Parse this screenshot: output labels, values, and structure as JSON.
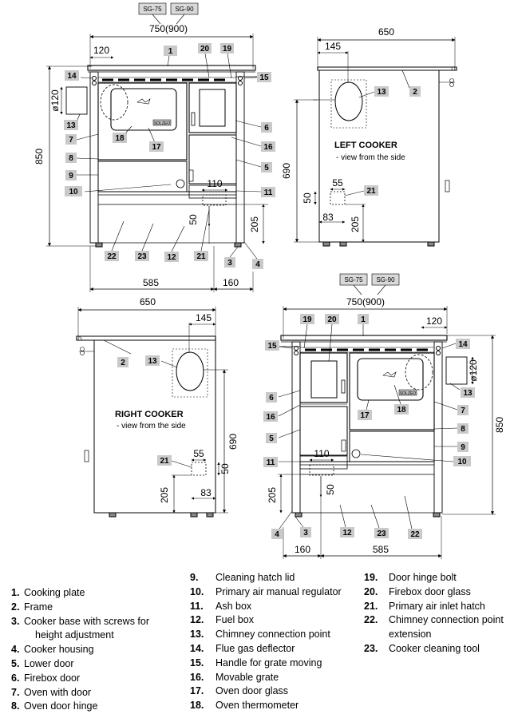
{
  "diagram": {
    "top_left": {
      "model_tags": [
        "SG-75",
        "SG-90"
      ],
      "width_label": "750(900)",
      "dims": {
        "d120": "120",
        "d850": "850",
        "d_o120": "ø120",
        "d110": "110",
        "d50": "50",
        "d205": "205",
        "d585": "585",
        "d160": "160"
      },
      "callouts": {
        "c1": "1",
        "c20": "20",
        "c19": "19",
        "c14": "14",
        "c15": "15",
        "c13": "13",
        "c7": "7",
        "c18": "18",
        "c17": "17",
        "c6": "6",
        "c16": "16",
        "c8": "8",
        "c5": "5",
        "c9": "9",
        "c10": "10",
        "c11": "11",
        "c22": "22",
        "c23": "23",
        "c12": "12",
        "c21": "21",
        "c3": "3",
        "c4": "4"
      }
    },
    "top_right": {
      "width_label": "650",
      "dims": {
        "d145": "145",
        "d690": "690",
        "d55": "55",
        "d50": "50",
        "d83": "83",
        "d205": "205"
      },
      "caption": "LEFT COOKER",
      "subcaption": "- view from the side",
      "callouts": {
        "c13": "13",
        "c2": "2",
        "c21": "21"
      }
    },
    "bottom_left": {
      "width_label": "650",
      "dims": {
        "d145": "145",
        "d690": "690",
        "d55": "55",
        "d50": "50",
        "d83": "83",
        "d205": "205"
      },
      "caption": "RIGHT COOKER",
      "subcaption": "- view from the side",
      "callouts": {
        "c2": "2",
        "c13": "13",
        "c21": "21"
      }
    },
    "bottom_right": {
      "model_tags": [
        "SG-75",
        "SG-90"
      ],
      "width_label": "750(900)",
      "dims": {
        "d120": "120",
        "d850": "850",
        "d_o120": "ø120",
        "d110": "110",
        "d50": "50",
        "d205": "205",
        "d585": "585",
        "d160": "160"
      },
      "callouts": {
        "c19": "19",
        "c20": "20",
        "c1": "1",
        "c15": "15",
        "c14": "14",
        "c6": "6",
        "c16": "16",
        "c7": "7",
        "c13": "13",
        "c17": "17",
        "c18": "18",
        "c5": "5",
        "c8": "8",
        "c9": "9",
        "c11": "11",
        "c10": "10",
        "c4": "4",
        "c3": "3",
        "c12": "12",
        "c23": "23",
        "c22": "22"
      }
    },
    "thermometer_label": "SOLZEO"
  },
  "legend": {
    "col1": [
      {
        "num": "1.",
        "text": "Cooking plate"
      },
      {
        "num": "2.",
        "text": "Frame"
      },
      {
        "num": "3.",
        "text": "Cooker base with screws for"
      },
      {
        "num": "",
        "text": "height adjustment"
      },
      {
        "num": "4.",
        "text": "Cooker housing"
      },
      {
        "num": "5.",
        "text": "Lower door"
      },
      {
        "num": "6.",
        "text": "Firebox door"
      },
      {
        "num": "7.",
        "text": "Oven with door"
      },
      {
        "num": "8.",
        "text": "Oven door hinge"
      }
    ],
    "col2": [
      {
        "num": "9.",
        "text": "Cleaning hatch lid"
      },
      {
        "num": "10.",
        "text": "Primary air manual regulator"
      },
      {
        "num": "11.",
        "text": "Ash box"
      },
      {
        "num": "12.",
        "text": "Fuel box"
      },
      {
        "num": "13.",
        "text": "Chimney connection point"
      },
      {
        "num": "14.",
        "text": "Flue gas deflector"
      },
      {
        "num": "15.",
        "text": "Handle for grate moving"
      },
      {
        "num": "16.",
        "text": "Movable grate"
      },
      {
        "num": "17.",
        "text": "Oven door glass"
      },
      {
        "num": "18.",
        "text": "Oven thermometer"
      }
    ],
    "col3": [
      {
        "num": "19.",
        "text": "Door hinge bolt"
      },
      {
        "num": "20.",
        "text": "Firebox door glass"
      },
      {
        "num": "21.",
        "text": "Primary air inlet hatch"
      },
      {
        "num": "22.",
        "text": "Chimney connection point"
      },
      {
        "num": "",
        "text": "extension"
      },
      {
        "num": "23.",
        "text": "Cooker cleaning tool"
      }
    ]
  }
}
